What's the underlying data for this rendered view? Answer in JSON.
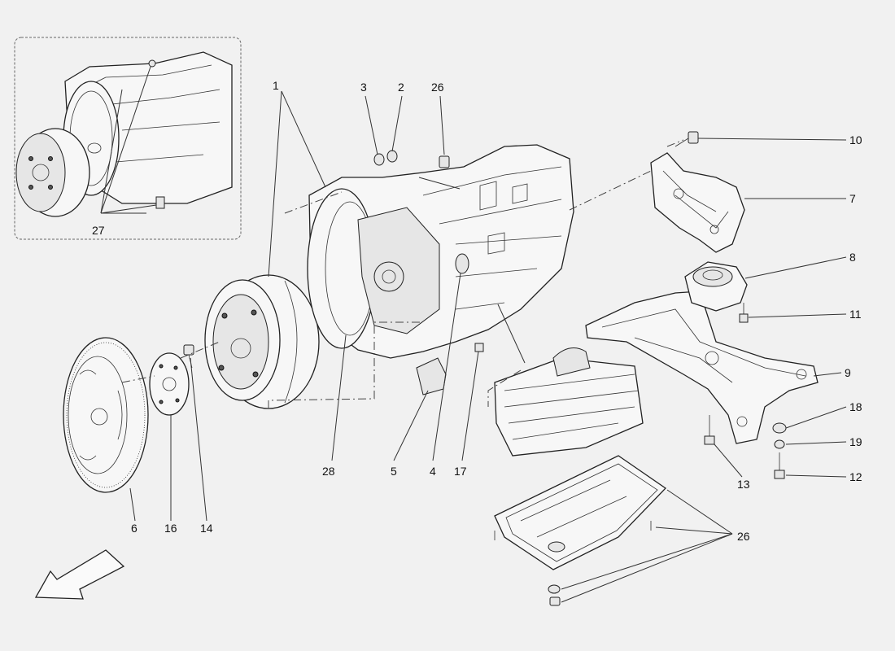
{
  "callouts": [
    {
      "id": "c1",
      "label": "1"
    },
    {
      "id": "c2",
      "label": "2"
    },
    {
      "id": "c3",
      "label": "3"
    },
    {
      "id": "c26a",
      "label": "26"
    },
    {
      "id": "c10",
      "label": "10"
    },
    {
      "id": "c7",
      "label": "7"
    },
    {
      "id": "c8",
      "label": "8"
    },
    {
      "id": "c11",
      "label": "11"
    },
    {
      "id": "c9",
      "label": "9"
    },
    {
      "id": "c18",
      "label": "18"
    },
    {
      "id": "c19",
      "label": "19"
    },
    {
      "id": "c12",
      "label": "12"
    },
    {
      "id": "c13",
      "label": "13"
    },
    {
      "id": "c26b",
      "label": "26"
    },
    {
      "id": "c28",
      "label": "28"
    },
    {
      "id": "c5",
      "label": "5"
    },
    {
      "id": "c4",
      "label": "4"
    },
    {
      "id": "c17",
      "label": "17"
    },
    {
      "id": "c6",
      "label": "6"
    },
    {
      "id": "c16",
      "label": "16"
    },
    {
      "id": "c14",
      "label": "14"
    },
    {
      "id": "c27",
      "label": "27"
    }
  ]
}
